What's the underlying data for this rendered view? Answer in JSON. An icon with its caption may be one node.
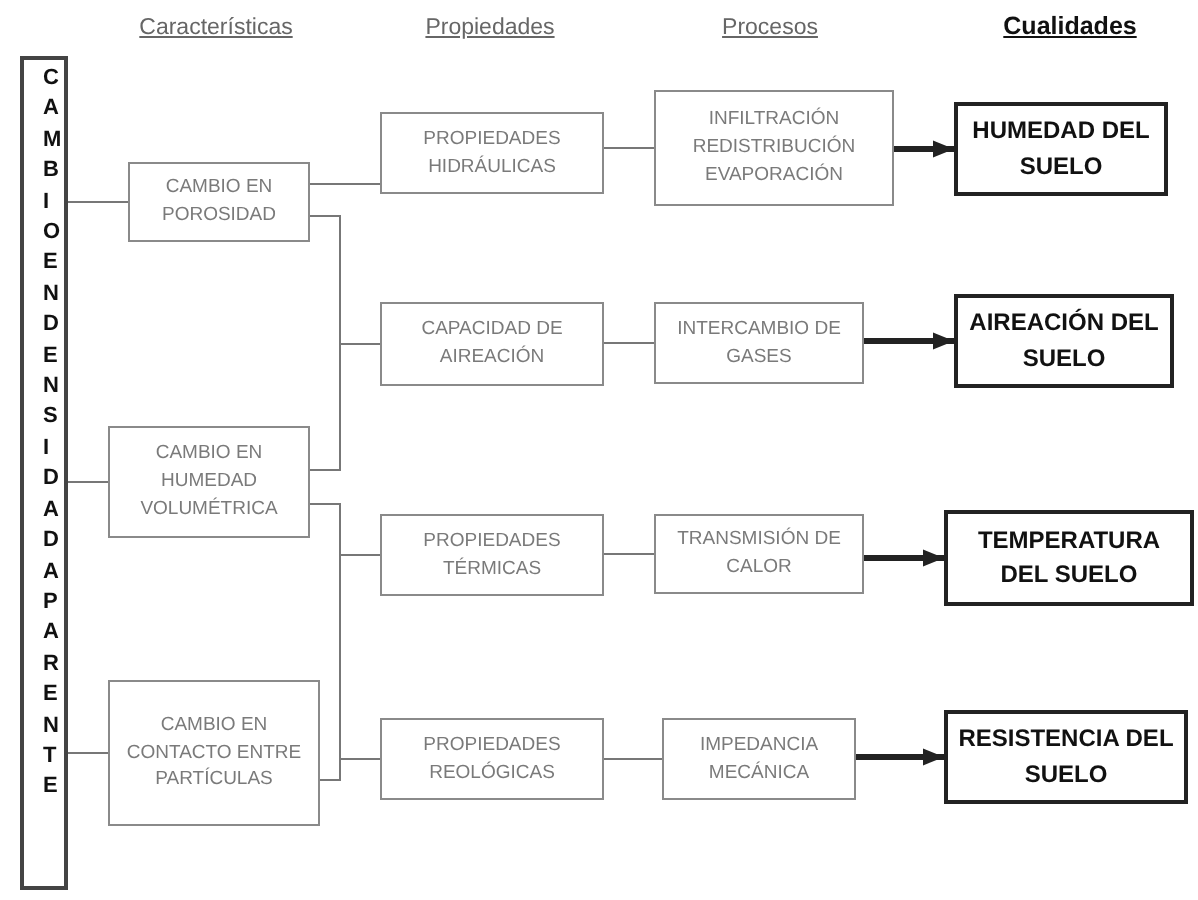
{
  "diagram": {
    "nodes": [
      {
        "text": [
          "CAMBIO EN DENSIDAD APARENTE"
        ]
      },
      {
        "text": [
          "CAMBIO EN POROSIDAD"
        ]
      },
      {
        "text": [
          "CAMBIO EN HUMEDAD VOLUMÉTRICA"
        ]
      },
      {
        "text": [
          "CAMBIO EN CONTACTO ENTRE PARTÍCULAS"
        ]
      },
      {
        "text": [
          "PROPIEDADES HIDRÁULICAS"
        ]
      },
      {
        "text": [
          "CAPACIDAD DE AIREACIÓN"
        ]
      },
      {
        "text": [
          "PROPIEDADES TÉRMICAS"
        ]
      },
      {
        "text": [
          "PROPIEDADES REOLÓGICAS"
        ]
      },
      {
        "text": [
          "INFILTRACIÓN REDISTRIBUCIÓN EVAPORACIÓN"
        ]
      },
      {
        "text": [
          "INTERCAMBIO DE GASES"
        ]
      },
      {
        "text": [
          "TRANSMISIÓN DE CALOR"
        ]
      },
      {
        "text": [
          "IMPEDANCIA MECÁNICA"
        ]
      },
      {
        "text": [
          "HUMEDAD DEL SUELO"
        ]
      },
      {
        "text": [
          "AIREACIÓN DEL SUELO"
        ]
      },
      {
        "text": [
          "TEMPERATURA DEL SUELO"
        ]
      },
      {
        "text": [
          "RESISTENCIA DEL SUELO"
        ]
      }
    ],
    "edges": [
      {
        "from": 0,
        "to": 1,
        "arrow": "none"
      },
      {
        "from": 0,
        "to": 2,
        "arrow": "none"
      },
      {
        "from": 0,
        "to": 3,
        "arrow": "none"
      },
      {
        "from": 1,
        "to": 4,
        "arrow": "none"
      },
      {
        "from": 1,
        "to": 5,
        "arrow": "none"
      },
      {
        "from": 2,
        "to": 5,
        "arrow": "none"
      },
      {
        "from": 2,
        "to": 6,
        "arrow": "none"
      },
      {
        "from": 2,
        "to": 7,
        "arrow": "none"
      },
      {
        "from": 3,
        "to": 6,
        "arrow": "none"
      },
      {
        "from": 3,
        "to": 7,
        "arrow": "none"
      },
      {
        "from": 4,
        "to": 8,
        "arrow": "none"
      },
      {
        "from": 5,
        "to": 9,
        "arrow": "none"
      },
      {
        "from": 6,
        "to": 10,
        "arrow": "none"
      },
      {
        "from": 7,
        "to": 11,
        "arrow": "none"
      },
      {
        "from": 8,
        "to": 12,
        "arrow": "to",
        "style": "thick"
      },
      {
        "from": 9,
        "to": 13,
        "arrow": "to",
        "style": "thick"
      },
      {
        "from": 10,
        "to": 14,
        "arrow": "to",
        "style": "thick"
      },
      {
        "from": 11,
        "to": 15,
        "arrow": "to",
        "style": "thick"
      }
    ],
    "labels": [
      "Características",
      "Propiedades",
      "Procesos",
      "Cualidades"
    ]
  }
}
